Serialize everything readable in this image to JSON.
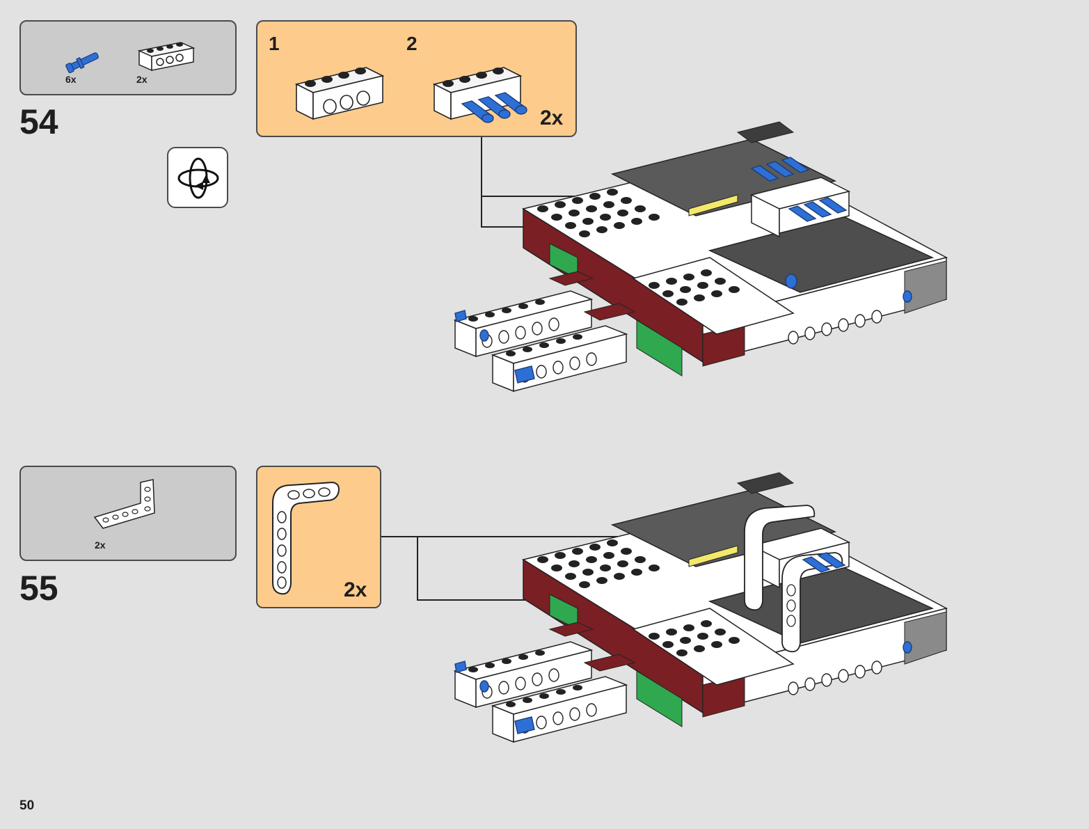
{
  "page": {
    "number": "50"
  },
  "steps": [
    {
      "number": "54",
      "parts": [
        {
          "name": "blue-pin",
          "qty": "6x"
        },
        {
          "name": "white-technic-brick",
          "qty": "2x"
        }
      ],
      "subassembly": {
        "substeps": [
          "1",
          "2"
        ],
        "multiplier": "2x"
      },
      "rotate_icon": "rotate-model-icon"
    },
    {
      "number": "55",
      "parts": [
        {
          "name": "white-l-beam",
          "qty": "2x"
        }
      ],
      "subassembly": {
        "multiplier": "2x"
      }
    }
  ],
  "colors": {
    "background": "#e2e2e2",
    "parts_box": "#cbcbcb",
    "subassembly_box": "#fdcc8c",
    "technic_blue": "#2e6fd6",
    "dark_red": "#7a1f24",
    "green": "#2fa84f",
    "dark_gray": "#4e4e4e"
  }
}
